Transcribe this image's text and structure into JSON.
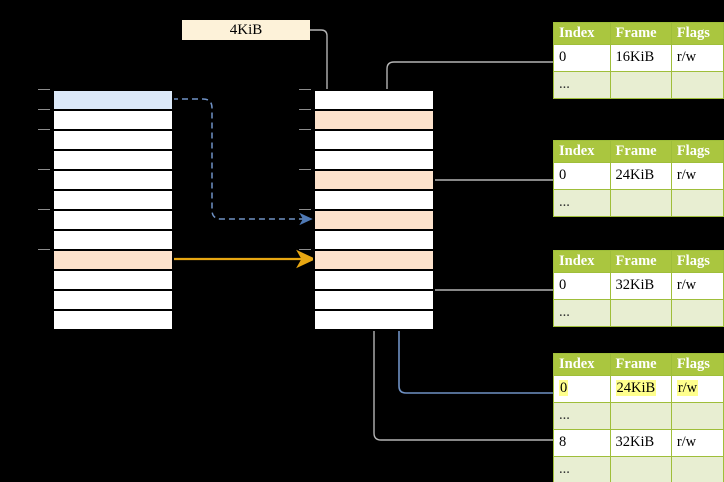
{
  "diagram": {
    "title_label": "4KiB",
    "left_column": {
      "name": "virtual-address-space",
      "rows": 12,
      "highlights": [
        {
          "index": 0,
          "color": "#dce9f9",
          "kind": "blue"
        },
        {
          "index": 8,
          "color": "#fde2cc",
          "kind": "peach"
        }
      ]
    },
    "middle_column": {
      "name": "physical-memory",
      "rows": 12,
      "highlights": [
        {
          "index": 1,
          "color": "#fde2cc",
          "kind": "peach"
        },
        {
          "index": 4,
          "color": "#fde2cc",
          "kind": "peach"
        },
        {
          "index": 6,
          "color": "#fde2cc",
          "kind": "peach"
        },
        {
          "index": 8,
          "color": "#fde2cc",
          "kind": "peach"
        }
      ]
    },
    "columns": [
      "Index",
      "Frame",
      "Flags"
    ],
    "ellipsis": "...",
    "tables": [
      {
        "name": "page-table-level-0",
        "headers": [
          "Index",
          "Frame",
          "Flags"
        ],
        "rows": [
          {
            "cells": [
              "0",
              "16KiB",
              "r/w"
            ],
            "dim": false,
            "highlight": []
          },
          {
            "cells": [
              "...",
              "",
              ""
            ],
            "dim": true,
            "highlight": []
          }
        ]
      },
      {
        "name": "page-table-level-1",
        "headers": [
          "Index",
          "Frame",
          "Flags"
        ],
        "rows": [
          {
            "cells": [
              "0",
              "24KiB",
              "r/w"
            ],
            "dim": false,
            "highlight": []
          },
          {
            "cells": [
              "...",
              "",
              ""
            ],
            "dim": true,
            "highlight": []
          }
        ]
      },
      {
        "name": "page-table-level-2",
        "headers": [
          "Index",
          "Frame",
          "Flags"
        ],
        "rows": [
          {
            "cells": [
              "0",
              "32KiB",
              "r/w"
            ],
            "dim": false,
            "highlight": []
          },
          {
            "cells": [
              "...",
              "",
              ""
            ],
            "dim": true,
            "highlight": []
          }
        ]
      },
      {
        "name": "page-table-level-3",
        "headers": [
          "Index",
          "Frame",
          "Flags"
        ],
        "rows": [
          {
            "cells": [
              "0",
              "24KiB",
              "r/w"
            ],
            "dim": false,
            "highlight": [
              0,
              1,
              2
            ]
          },
          {
            "cells": [
              "...",
              "",
              ""
            ],
            "dim": true,
            "highlight": []
          },
          {
            "cells": [
              "8",
              "32KiB",
              "r/w"
            ],
            "dim": false,
            "highlight": []
          },
          {
            "cells": [
              "...",
              "",
              ""
            ],
            "dim": true,
            "highlight": []
          }
        ]
      }
    ],
    "colors": {
      "header_green": "#aac63f",
      "row_dim_green": "#e8eed2",
      "highlight_yellow": "#ffff8d",
      "blue_cell": "#dce9f9",
      "peach_cell": "#fde2cc",
      "label_cream": "#fdf2d9",
      "wire_gray": "#b4b4b4",
      "wire_blue": "#6f91c4",
      "wire_orange": "#e8a712",
      "background": "#000000"
    }
  }
}
